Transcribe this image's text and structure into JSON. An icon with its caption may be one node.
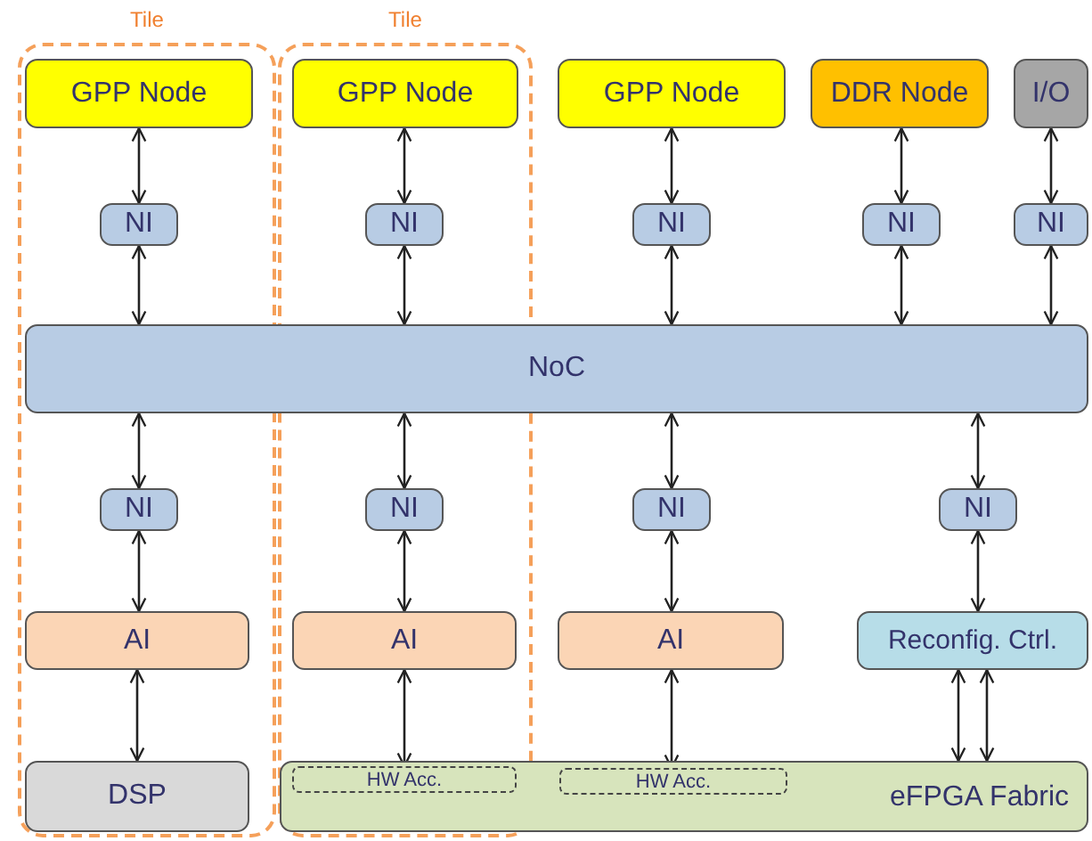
{
  "diagram": {
    "nodes": [
      {
        "text": [
          "Tile"
        ]
      },
      {
        "text": [
          "Tile"
        ]
      },
      {
        "text": [
          "GPP Node"
        ],
        "in": 0
      },
      {
        "text": [
          "GPP Node"
        ],
        "in": 1
      },
      {
        "text": [
          "GPP Node"
        ]
      },
      {
        "text": [
          "DDR Node"
        ]
      },
      {
        "text": [
          "I/O"
        ]
      },
      {
        "text": [
          "NI"
        ],
        "in": 0
      },
      {
        "text": [
          "NI"
        ],
        "in": 1
      },
      {
        "text": [
          "NI"
        ]
      },
      {
        "text": [
          "NI"
        ]
      },
      {
        "text": [
          "NI"
        ]
      },
      {
        "text": [
          "NoC"
        ]
      },
      {
        "text": [
          "NI"
        ],
        "in": 0
      },
      {
        "text": [
          "NI"
        ],
        "in": 1
      },
      {
        "text": [
          "NI"
        ]
      },
      {
        "text": [
          "NI"
        ]
      },
      {
        "text": [
          "AI"
        ],
        "in": 0
      },
      {
        "text": [
          "AI"
        ],
        "in": 1
      },
      {
        "text": [
          "AI"
        ]
      },
      {
        "text": [
          "Reconfig. Ctrl."
        ]
      },
      {
        "text": [
          "DSP"
        ],
        "in": 0
      },
      {
        "text": [
          "eFPGA Fabric"
        ]
      },
      {
        "text": [
          "HW Acc."
        ]
      },
      {
        "text": [
          "HW Acc."
        ],
        "in": 22
      }
    ],
    "edges": [
      {
        "from": 2,
        "to": 7,
        "arrow": "both"
      },
      {
        "from": 3,
        "to": 8,
        "arrow": "both"
      },
      {
        "from": 4,
        "to": 9,
        "arrow": "both"
      },
      {
        "from": 5,
        "to": 10,
        "arrow": "both"
      },
      {
        "from": 6,
        "to": 11,
        "arrow": "both"
      },
      {
        "from": 7,
        "to": 12,
        "arrow": "both"
      },
      {
        "from": 8,
        "to": 12,
        "arrow": "both"
      },
      {
        "from": 9,
        "to": 12,
        "arrow": "both"
      },
      {
        "from": 10,
        "to": 12,
        "arrow": "both"
      },
      {
        "from": 11,
        "to": 12,
        "arrow": "both"
      },
      {
        "from": 12,
        "to": 13,
        "arrow": "both"
      },
      {
        "from": 12,
        "to": 14,
        "arrow": "both"
      },
      {
        "from": 12,
        "to": 15,
        "arrow": "both"
      },
      {
        "from": 12,
        "to": 16,
        "arrow": "both"
      },
      {
        "from": 13,
        "to": 17,
        "arrow": "both"
      },
      {
        "from": 14,
        "to": 18,
        "arrow": "both"
      },
      {
        "from": 15,
        "to": 19,
        "arrow": "both"
      },
      {
        "from": 16,
        "to": 20,
        "arrow": "both"
      },
      {
        "from": 17,
        "to": 21,
        "arrow": "both"
      },
      {
        "from": 18,
        "to": 23,
        "arrow": "both"
      },
      {
        "from": 19,
        "to": 24,
        "arrow": "both"
      },
      {
        "from": 20,
        "to": 22,
        "arrow": "both"
      },
      {
        "from": 20,
        "to": 22,
        "arrow": "both"
      }
    ]
  }
}
